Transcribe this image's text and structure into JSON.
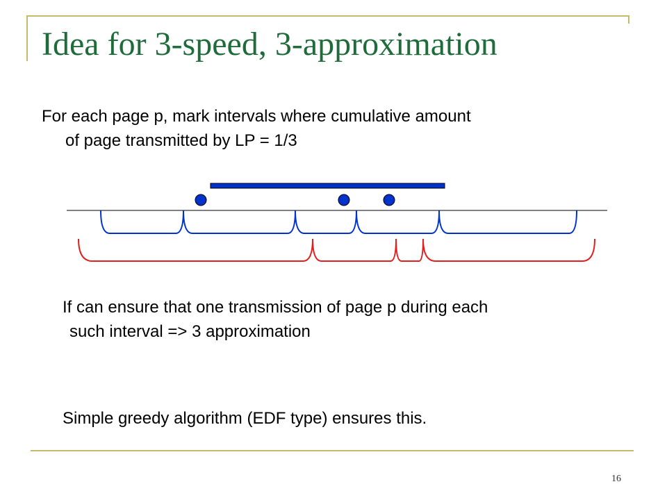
{
  "slide": {
    "title": "Idea for 3-speed, 3-approximation",
    "para1": {
      "line1": "For each page p, mark intervals where cumulative amount",
      "line2": "of page transmitted by LP = 1/3"
    },
    "para2": {
      "line1": "If can ensure that one transmission of page p during each",
      "line2": "such interval  => 3 approximation"
    },
    "para3": "Simple greedy algorithm (EDF type) ensures this.",
    "page_number": "16"
  },
  "colors": {
    "title": "#1f6b3a",
    "frame": "#c8b96a",
    "blue": "#0033cc",
    "red": "#e02020"
  }
}
